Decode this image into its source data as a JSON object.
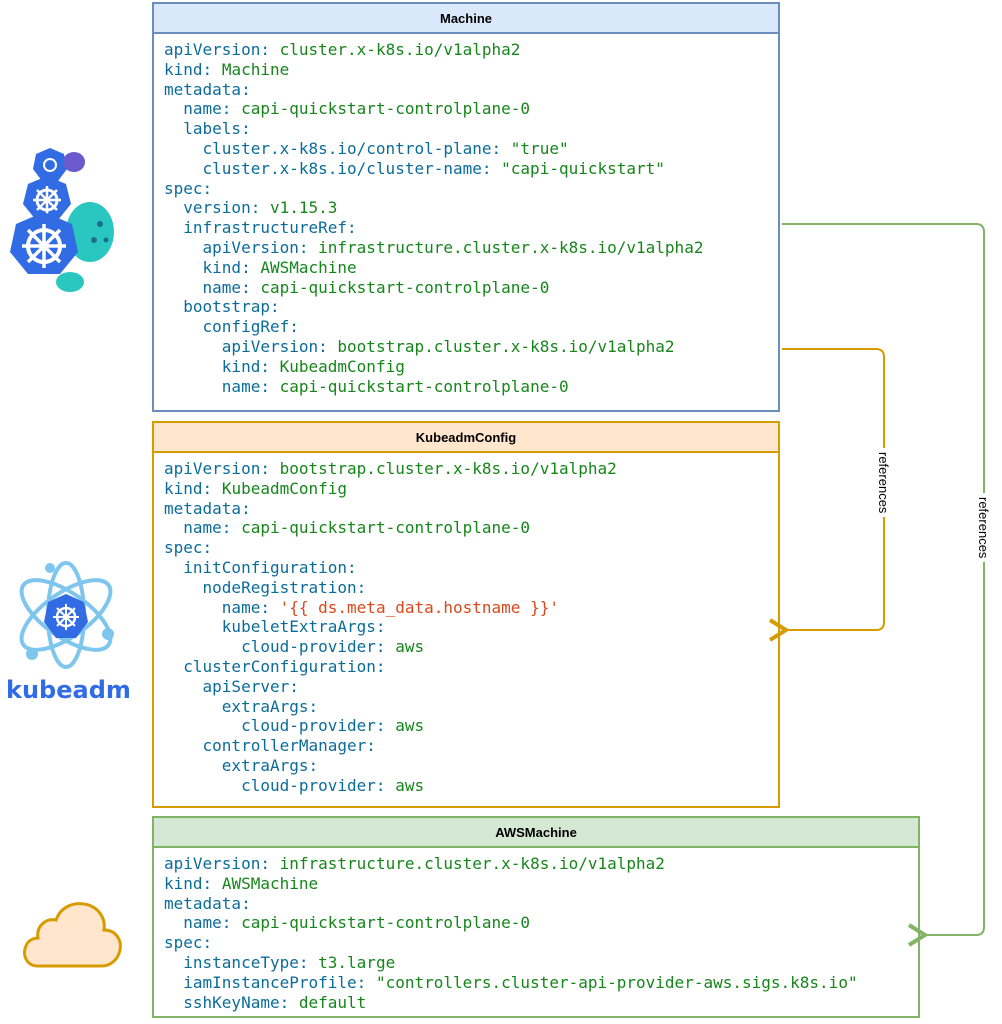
{
  "boxes": {
    "machine": {
      "title": "Machine",
      "lines": [
        {
          "indent": 0,
          "key": "apiVersion:",
          "value": "cluster.x-k8s.io/v1alpha2"
        },
        {
          "indent": 0,
          "key": "kind:",
          "value": "Machine"
        },
        {
          "indent": 0,
          "key": "metadata:",
          "value": ""
        },
        {
          "indent": 1,
          "key": "name:",
          "value": "capi-quickstart-controlplane-0"
        },
        {
          "indent": 1,
          "key": "labels:",
          "value": ""
        },
        {
          "indent": 2,
          "key": "cluster.x-k8s.io/control-plane:",
          "value": "\"true\""
        },
        {
          "indent": 2,
          "key": "cluster.x-k8s.io/cluster-name:",
          "value": "\"capi-quickstart\""
        },
        {
          "indent": 0,
          "key": "spec:",
          "value": ""
        },
        {
          "indent": 1,
          "key": "version:",
          "value": "v1.15.3"
        },
        {
          "indent": 1,
          "key": "infrastructureRef:",
          "value": ""
        },
        {
          "indent": 2,
          "key": "apiVersion:",
          "value": "infrastructure.cluster.x-k8s.io/v1alpha2"
        },
        {
          "indent": 2,
          "key": "kind:",
          "value": "AWSMachine"
        },
        {
          "indent": 2,
          "key": "name:",
          "value": "capi-quickstart-controlplane-0"
        },
        {
          "indent": 1,
          "key": "bootstrap:",
          "value": ""
        },
        {
          "indent": 2,
          "key": "configRef:",
          "value": ""
        },
        {
          "indent": 3,
          "key": "apiVersion:",
          "value": "bootstrap.cluster.x-k8s.io/v1alpha2"
        },
        {
          "indent": 3,
          "key": "kind:",
          "value": "KubeadmConfig"
        },
        {
          "indent": 3,
          "key": "name:",
          "value": "capi-quickstart-controlplane-0"
        }
      ]
    },
    "kubeadm": {
      "title": "KubeadmConfig",
      "lines": [
        {
          "indent": 0,
          "key": "apiVersion:",
          "value": "bootstrap.cluster.x-k8s.io/v1alpha2"
        },
        {
          "indent": 0,
          "key": "kind:",
          "value": "KubeadmConfig"
        },
        {
          "indent": 0,
          "key": "metadata:",
          "value": ""
        },
        {
          "indent": 1,
          "key": "name:",
          "value": "capi-quickstart-controlplane-0"
        },
        {
          "indent": 0,
          "key": "spec:",
          "value": ""
        },
        {
          "indent": 1,
          "key": "initConfiguration:",
          "value": ""
        },
        {
          "indent": 2,
          "key": "nodeRegistration:",
          "value": ""
        },
        {
          "indent": 3,
          "key": "name:",
          "value": "'{{ ds.meta_data.hostname }}'",
          "template": true
        },
        {
          "indent": 3,
          "key": "kubeletExtraArgs:",
          "value": ""
        },
        {
          "indent": 4,
          "key": "cloud-provider:",
          "value": "aws"
        },
        {
          "indent": 1,
          "key": "clusterConfiguration:",
          "value": ""
        },
        {
          "indent": 2,
          "key": "apiServer:",
          "value": ""
        },
        {
          "indent": 3,
          "key": "extraArgs:",
          "value": ""
        },
        {
          "indent": 4,
          "key": "cloud-provider:",
          "value": "aws"
        },
        {
          "indent": 2,
          "key": "controllerManager:",
          "value": ""
        },
        {
          "indent": 3,
          "key": "extraArgs:",
          "value": ""
        },
        {
          "indent": 4,
          "key": "cloud-provider:",
          "value": "aws"
        }
      ]
    },
    "awsmachine": {
      "title": "AWSMachine",
      "lines": [
        {
          "indent": 0,
          "key": "apiVersion:",
          "value": "infrastructure.cluster.x-k8s.io/v1alpha2"
        },
        {
          "indent": 0,
          "key": "kind:",
          "value": "AWSMachine"
        },
        {
          "indent": 0,
          "key": "metadata:",
          "value": ""
        },
        {
          "indent": 1,
          "key": "name:",
          "value": "capi-quickstart-controlplane-0"
        },
        {
          "indent": 0,
          "key": "spec:",
          "value": ""
        },
        {
          "indent": 1,
          "key": "instanceType:",
          "value": "t3.large"
        },
        {
          "indent": 1,
          "key": "iamInstanceProfile:",
          "value": "\"controllers.cluster-api-provider-aws.sigs.k8s.io\""
        },
        {
          "indent": 1,
          "key": "sshKeyName:",
          "value": "default"
        }
      ]
    }
  },
  "edges": {
    "bootstrap_ref_label": "references",
    "infra_ref_label": "references",
    "bootstrap_color": "#d79b00",
    "infra_color": "#82b366"
  },
  "icons": {
    "machine_icon": "kubernetes-stack-turtle-icon",
    "kubeadm_icon": "kubeadm-logo",
    "kubeadm_logo_text": "kubeadm",
    "aws_icon": "cloud-icon"
  },
  "colors": {
    "key": "#0b6c9a",
    "value": "#16861b",
    "template": "#d9481c",
    "machine_border": "#6c8ebf",
    "kubeadm_border": "#d79b00",
    "aws_border": "#82b366"
  }
}
